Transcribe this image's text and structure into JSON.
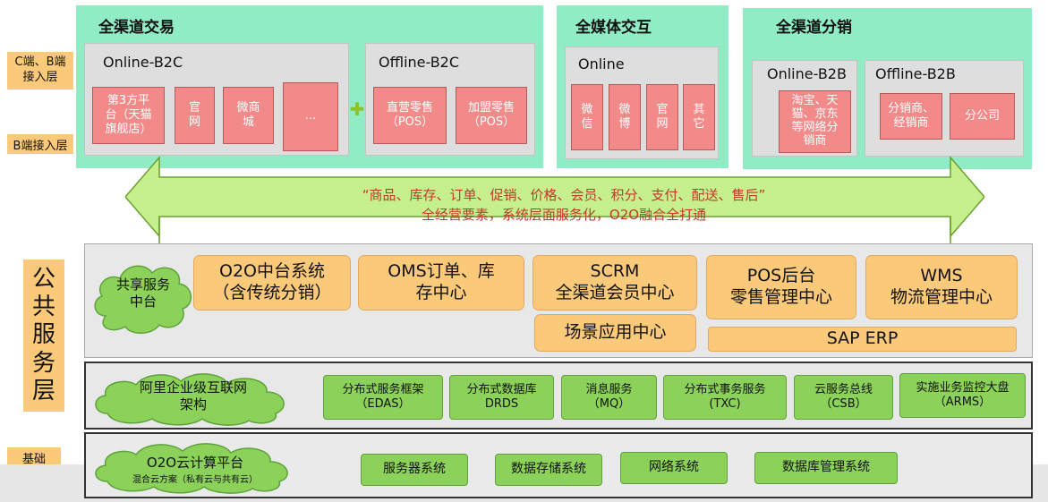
{
  "left_labels": {
    "c_b_access": "C端、B端\n接入层",
    "b_access": "B端接入层",
    "public_service": "公\n共\n服\n务\n层",
    "base_platform": "基础\n平台层"
  },
  "top": {
    "omni_trade": {
      "title": "全渠道交易",
      "online_b2c": {
        "title": "Online-B2C",
        "items": [
          "第3方平\n台（天猫\n旗舰店）",
          "官\n网",
          "微商\n城",
          "..."
        ]
      },
      "plus": "✚",
      "offline_b2c": {
        "title": "Offline-B2C",
        "items": [
          "直营零售\n（POS）",
          "加盟零售\n（POS）"
        ]
      }
    },
    "omni_media": {
      "title": "全媒体交互",
      "online": {
        "title": "Online",
        "items": [
          "微\n信",
          "微\n博",
          "官\n网",
          "其\n它"
        ]
      }
    },
    "omni_distribution": {
      "title": "全渠道分销",
      "online_b2b": {
        "title": "Online-B2B",
        "items": [
          "淘宝、天\n猫、京东\n等网络分\n销商"
        ]
      },
      "offline_b2b": {
        "title": "Offline-B2B",
        "items": [
          "分销商、\n经销商",
          "分公司"
        ]
      }
    }
  },
  "arrow": {
    "line1": "“商品、库存、订单、促销、价格、会员、积分、支付、配送、售后”",
    "line2": "全经营要素，系统层面服务化，O2O融合全打通"
  },
  "shared_center": {
    "cloud": "共享服务\n中台",
    "boxes": [
      "O2O中台系统\n（含传统分销）",
      "OMS订单、库\n存中心",
      "SCRM\n全渠道会员中心",
      "POS后台\n零售管理中心",
      "WMS\n物流管理中心"
    ],
    "scene": "场景应用中心",
    "erp": "SAP ERP"
  },
  "ali_arch": {
    "cloud": "阿里企业级互联网\n架构",
    "items": [
      "分布式服务框架\n（EDAS）",
      "分布式数据库\nDRDS",
      "消息服务\n（MQ）",
      "分布式事务服务\n(TXC)",
      "云服务总线\n（CSB）",
      "实施业务监控大盘\n（ARMS）"
    ]
  },
  "base": {
    "cloud_title": "O2O云计算平台",
    "cloud_sub": "混合云方案（私有云与共有云）",
    "items": [
      "服务器系统",
      "数据存储系统",
      "网络系统",
      "数据库管理系统"
    ]
  },
  "colors": {
    "mint": "#8fecc5",
    "pink": "#f28a8a",
    "orange": "#fbc97a",
    "green": "#8bd15a",
    "arrow": "#c6f08e",
    "arrow_text": "#c0392b"
  }
}
